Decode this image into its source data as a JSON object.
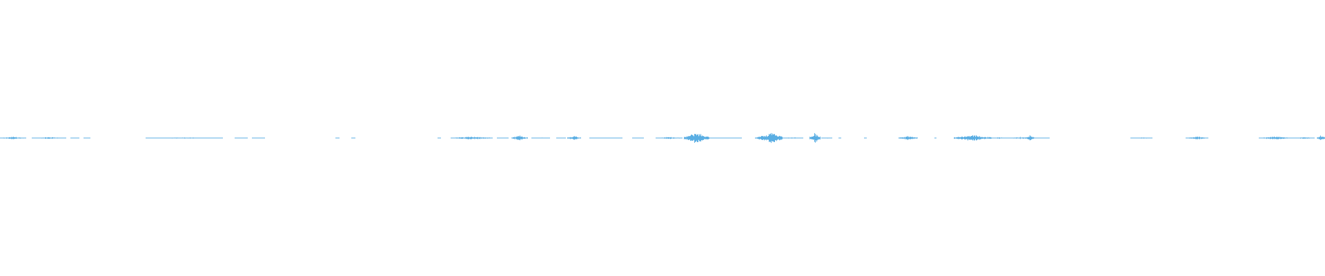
{
  "waveform": {
    "color": "#5aaee3",
    "background": "#ffffff",
    "amplitude_range": [
      -1,
      1
    ],
    "duration_fraction_range": [
      0,
      1
    ],
    "segments": [
      {
        "start": 0.0,
        "end": 0.02,
        "amp": 0.18
      },
      {
        "start": 0.024,
        "end": 0.05,
        "amp": 0.12
      },
      {
        "start": 0.053,
        "end": 0.06,
        "amp": 0.04
      },
      {
        "start": 0.063,
        "end": 0.068,
        "amp": 0.04
      },
      {
        "start": 0.11,
        "end": 0.168,
        "amp": 0.08
      },
      {
        "start": 0.177,
        "end": 0.187,
        "amp": 0.04
      },
      {
        "start": 0.19,
        "end": 0.2,
        "amp": 0.04
      },
      {
        "start": 0.253,
        "end": 0.256,
        "amp": 0.03
      },
      {
        "start": 0.265,
        "end": 0.268,
        "amp": 0.03
      },
      {
        "start": 0.33,
        "end": 0.333,
        "amp": 0.03
      },
      {
        "start": 0.34,
        "end": 0.372,
        "amp": 0.22
      },
      {
        "start": 0.375,
        "end": 0.384,
        "amp": 0.04
      },
      {
        "start": 0.386,
        "end": 0.398,
        "amp": 0.35
      },
      {
        "start": 0.401,
        "end": 0.415,
        "amp": 0.06
      },
      {
        "start": 0.42,
        "end": 0.427,
        "amp": 0.05
      },
      {
        "start": 0.428,
        "end": 0.438,
        "amp": 0.35
      },
      {
        "start": 0.445,
        "end": 0.47,
        "amp": 0.07
      },
      {
        "start": 0.477,
        "end": 0.486,
        "amp": 0.04
      },
      {
        "start": 0.495,
        "end": 0.515,
        "amp": 0.15
      },
      {
        "start": 0.516,
        "end": 0.535,
        "amp": 0.82
      },
      {
        "start": 0.535,
        "end": 0.56,
        "amp": 0.06
      },
      {
        "start": 0.57,
        "end": 0.58,
        "amp": 0.35
      },
      {
        "start": 0.575,
        "end": 0.59,
        "amp": 1.0
      },
      {
        "start": 0.59,
        "end": 0.606,
        "amp": 0.1
      },
      {
        "start": 0.611,
        "end": 0.619,
        "amp": 0.72
      },
      {
        "start": 0.62,
        "end": 0.628,
        "amp": 0.08
      },
      {
        "start": 0.633,
        "end": 0.635,
        "amp": 0.03
      },
      {
        "start": 0.652,
        "end": 0.654,
        "amp": 0.03
      },
      {
        "start": 0.678,
        "end": 0.692,
        "amp": 0.28
      },
      {
        "start": 0.705,
        "end": 0.707,
        "amp": 0.03
      },
      {
        "start": 0.72,
        "end": 0.748,
        "amp": 0.45
      },
      {
        "start": 0.748,
        "end": 0.76,
        "amp": 0.1
      },
      {
        "start": 0.76,
        "end": 0.78,
        "amp": 0.14
      },
      {
        "start": 0.775,
        "end": 0.78,
        "amp": 0.55
      },
      {
        "start": 0.78,
        "end": 0.792,
        "amp": 0.05
      },
      {
        "start": 0.853,
        "end": 0.87,
        "amp": 0.1
      },
      {
        "start": 0.895,
        "end": 0.912,
        "amp": 0.2
      },
      {
        "start": 0.95,
        "end": 0.975,
        "amp": 0.22
      },
      {
        "start": 0.975,
        "end": 0.992,
        "amp": 0.12
      },
      {
        "start": 0.994,
        "end": 1.0,
        "amp": 0.42
      }
    ]
  }
}
